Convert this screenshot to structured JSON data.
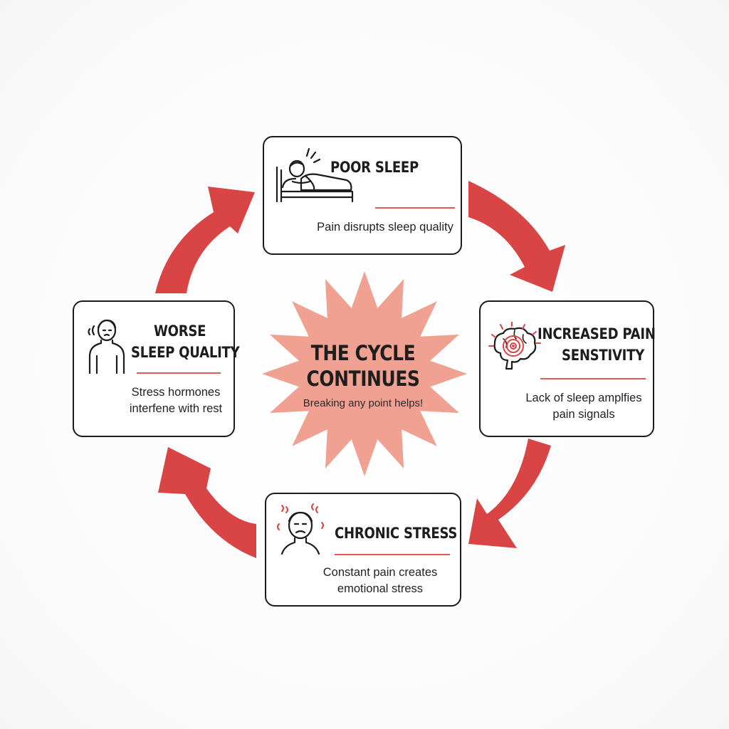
{
  "center": {
    "title_line1": "THE CYCLE",
    "title_line2": "CONTINUES",
    "subtitle": "Breaking any point helps!"
  },
  "nodes": {
    "poor_sleep": {
      "title": "POOR SLEEP",
      "description": "Pain disrupts sleep quality",
      "icon": "person-in-bed-icon"
    },
    "increased_pain": {
      "title_line1": "INCREASED PAIN",
      "title_line2": "SENSTIVITY",
      "description_line1": "Lack of sleep amplfies",
      "description_line2": "pain signals",
      "icon": "brain-pain-icon"
    },
    "chronic_stress": {
      "title": "CHRONIC STRESS",
      "description_line1": "Constant pain creates",
      "description_line2": "emotional stress",
      "icon": "stressed-face-icon"
    },
    "worse_sleep": {
      "title_line1": "WORSE",
      "title_line2": "SLEEP QUALITY",
      "description_line1": "Stress hormones",
      "description_line2": "interfene with rest",
      "icon": "tired-person-icon"
    }
  },
  "colors": {
    "arrow": "#d94545",
    "starburst": "#f0a192",
    "accent_rule": "#e05a52",
    "border": "#1c1c1c"
  }
}
